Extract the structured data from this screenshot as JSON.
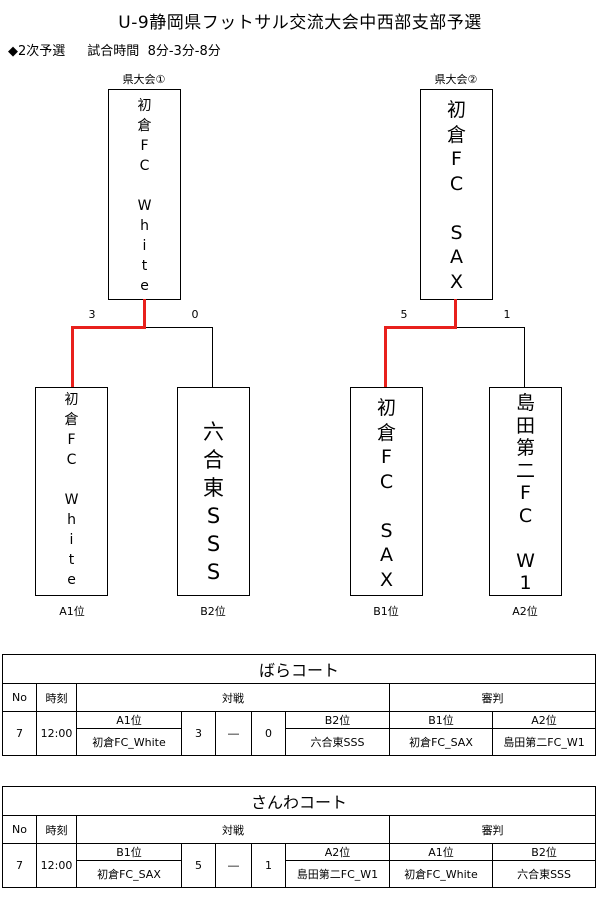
{
  "title": "U-9静岡県フットサル交流大会中西部支部予選",
  "subtitle": {
    "marker": "◆",
    "round": "2次予選",
    "time_label": "試合時間",
    "time_value": "8分-3分-8分"
  },
  "bracket1": {
    "head_label": "県大会①",
    "winner_chars": [
      "初",
      "倉",
      "F",
      "C",
      "",
      "W",
      "h",
      "i",
      "t",
      "e"
    ],
    "left_chars": [
      "初",
      "倉",
      "F",
      "C",
      "",
      "W",
      "h",
      "i",
      "t",
      "e"
    ],
    "right_chars": [
      "六",
      "合",
      "東",
      "S",
      "S",
      "S"
    ],
    "left_score": "3",
    "right_score": "0",
    "left_pos": "A1位",
    "right_pos": "B2位"
  },
  "bracket2": {
    "head_label": "県大会②",
    "winner_chars": [
      "初",
      "倉",
      "F",
      "C",
      "",
      "S",
      "A",
      "X"
    ],
    "left_chars": [
      "初",
      "倉",
      "F",
      "C",
      "",
      "S",
      "A",
      "X"
    ],
    "right_chars": [
      "島",
      "田",
      "第",
      "二",
      "F",
      "C",
      "",
      "W",
      "1"
    ],
    "left_score": "5",
    "right_score": "1",
    "left_pos": "B1位",
    "right_pos": "A2位"
  },
  "headers": {
    "no": "No",
    "time": "時刻",
    "match": "対戦",
    "referee": "審判",
    "dash": "―"
  },
  "courts": [
    {
      "name": "ばらコート",
      "no": "7",
      "time": "12:00",
      "home_pos": "A1位",
      "home_team": "初倉FC_White",
      "home_score": "3",
      "away_score": "0",
      "away_pos": "B2位",
      "away_team": "六合東SSS",
      "ref1_pos": "B1位",
      "ref1_team": "初倉FC_SAX",
      "ref2_pos": "A2位",
      "ref2_team": "島田第二FC_W1"
    },
    {
      "name": "さんわコート",
      "no": "7",
      "time": "12:00",
      "home_pos": "B1位",
      "home_team": "初倉FC_SAX",
      "home_score": "5",
      "away_score": "1",
      "away_pos": "A2位",
      "away_team": "島田第二FC_W1",
      "ref1_pos": "A1位",
      "ref1_team": "初倉FC_White",
      "ref2_pos": "B2位",
      "ref2_team": "六合東SSS"
    }
  ]
}
